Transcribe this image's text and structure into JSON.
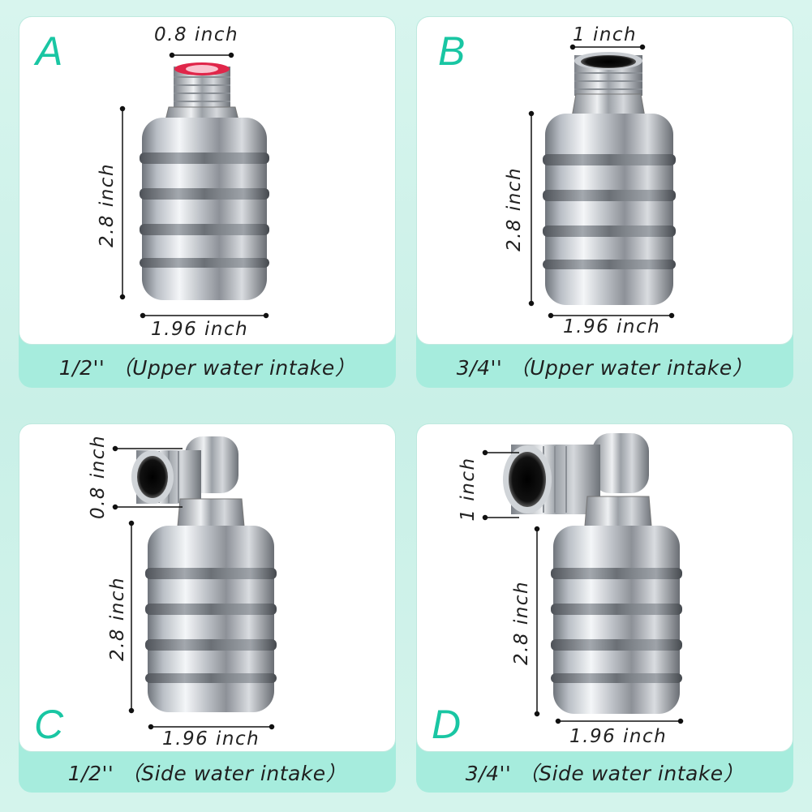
{
  "panels": [
    {
      "letter": "A",
      "caption": "1/2''  （Upper water intake）",
      "top_dim": "0.8 inch",
      "height_dim": "2.8 inch",
      "width_dim": "1.96 inch"
    },
    {
      "letter": "B",
      "caption": "3/4''  （Upper water intake）",
      "top_dim": "1 inch",
      "height_dim": "2.8 inch",
      "width_dim": "1.96 inch"
    },
    {
      "letter": "C",
      "caption": "1/2''  （Side water intake）",
      "top_dim": "0.8 inch",
      "height_dim": "2.8 inch",
      "width_dim": "1.96 inch"
    },
    {
      "letter": "D",
      "caption": "3/4''  （Side water intake）",
      "top_dim": "1 inch",
      "height_dim": "2.8 inch",
      "width_dim": "1.96 inch"
    }
  ],
  "colors": {
    "accent_letter": "#19c6a3",
    "caption_band": "#a6ecdd",
    "steel": "#c8ccd2",
    "seal_red": "#e0264a"
  },
  "icons": [
    "stainless-float-ball",
    "dimension-line"
  ]
}
